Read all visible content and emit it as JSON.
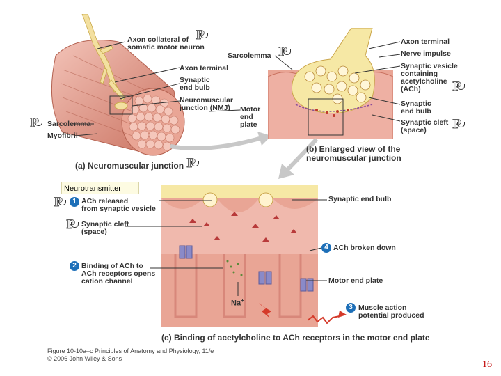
{
  "labels_a": {
    "axon_collateral": "Axon collateral of\nsomatic motor neuron",
    "axon_terminal": "Axon terminal",
    "synaptic_end_bulb": "Synaptic\nend bulb",
    "nmj": "Neuromuscular\njunction (NMJ)",
    "motor_end_plate": "Motor\nend\nplate",
    "sarcolemma": "Sarcolemma",
    "myofibril": "Myofibril",
    "sarcolemma_b": "Sarcolemma",
    "caption": "(a) Neuromuscular junction"
  },
  "labels_b": {
    "axon_terminal": "Axon terminal",
    "nerve_impulse": "Nerve impulse",
    "synaptic_vesicle": "Synaptic vesicle\ncontaining\nacetylcholine\n(ACh)",
    "synaptic_end_bulb": "Synaptic\nend bulb",
    "synaptic_cleft": "Synaptic cleft\n(space)",
    "caption": "(b) Enlarged view of the\nneuromuscular junction"
  },
  "labels_c": {
    "neurotransmitter": "Neurotransmitter",
    "step1": "1",
    "ach_released": "ACh released\nfrom synaptic vesicle",
    "synaptic_cleft": "Synaptic cleft\n(space)",
    "step2": "2",
    "binding": "Binding of ACh to\nACh receptors opens\ncation channel",
    "synaptic_end_bulb": "Synaptic end bulb",
    "step4": "4",
    "ach_broken": "ACh broken down",
    "motor_end_plate": "Motor end plate",
    "step3": "3",
    "muscle_action": "Muscle action\npotential produced",
    "na": "Na",
    "na_sup": "+",
    "caption": "(c) Binding of acetylcholine to ACh receptors in the motor end plate"
  },
  "figure_credit": "Figure 10-10a–c  Principles of Anatomy and Physiology, 11/e\n© 2006 John Wiley & Sons",
  "page_number": "16",
  "marker_glyph": "P",
  "colors": {
    "muscle": "#d98a7c",
    "muscle_light": "#f0b5a8",
    "nerve": "#f2e3a2",
    "membrane": "#e7a79b",
    "step_blue": "#1d6fb8",
    "page_number": "#c00000"
  }
}
